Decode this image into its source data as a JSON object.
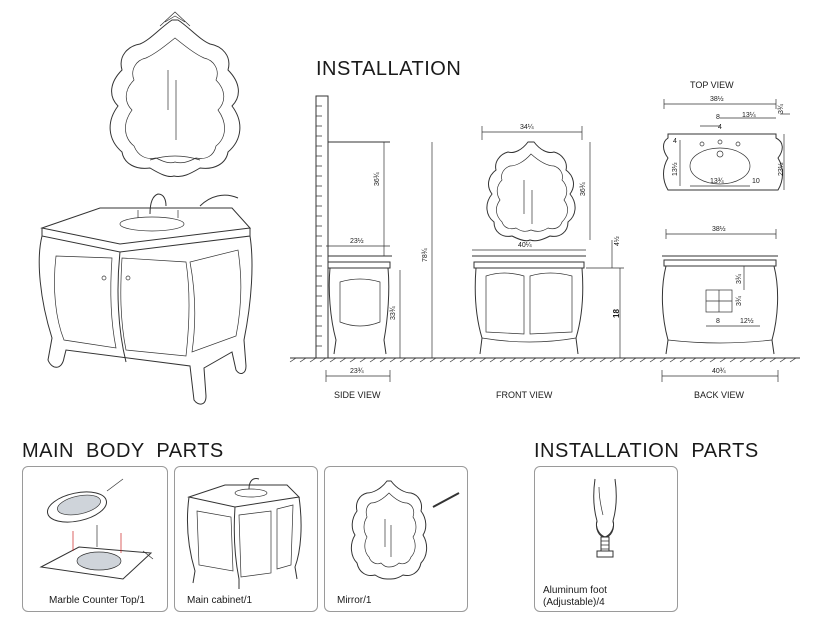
{
  "headings": {
    "installation": "INSTALLATION",
    "main_body_parts": "MAIN BODY PARTS",
    "installation_parts": "INSTALLATION PARTS"
  },
  "views": {
    "top": "TOP VIEW",
    "side": "SIDE VIEW",
    "front": "FRONT VIEW",
    "back": "BACK VIEW"
  },
  "dimensions": {
    "top_width": "38½",
    "top_right": "13¼",
    "top_side": "3¾",
    "top_inner_8": "8",
    "top_inner_4": "4",
    "top_left_4": "4",
    "top_left_13": "13½",
    "top_basin_13": "13¾",
    "top_basin_10": "10",
    "top_depth": "23½",
    "mirror_width": "34¼",
    "mirror_height": "36¾",
    "mirror_side_height": "36¾",
    "overall_height": "78¾",
    "side_depth": "23½",
    "side_height": "33¾",
    "side_base": "23¾",
    "front_width": "40¼",
    "front_gap": "4½",
    "front_leg": "18",
    "back_top": "38½",
    "back_3a": "3¾",
    "back_3b": "3¾",
    "back_8": "8",
    "back_12": "12½",
    "back_base": "40¾"
  },
  "parts": [
    {
      "caption": "Marble Counter Top/1"
    },
    {
      "caption": "Main cabinet/1"
    },
    {
      "caption": "Mirror/1"
    }
  ],
  "install_part": {
    "caption_line1": "Aluminum foot",
    "caption_line2": "(Adjustable)/4"
  }
}
